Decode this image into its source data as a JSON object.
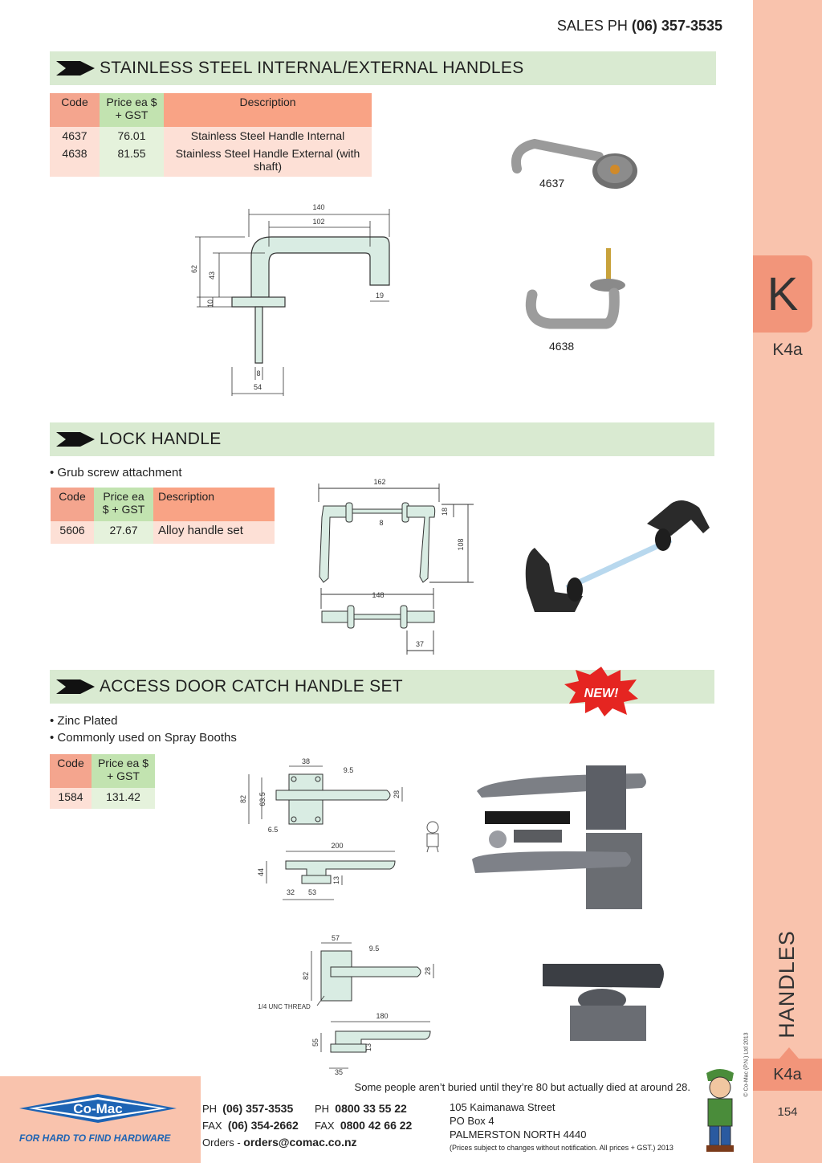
{
  "header": {
    "sales_label": "SALES  PH ",
    "sales_phone": "(06) 357-3535"
  },
  "side": {
    "tab_letter": "K",
    "section_code": "K4a",
    "category": "HANDLES",
    "copyright": "© Co-Mac (P.N.) Ltd 2013",
    "bottom_code": "K4a",
    "page_number": "154"
  },
  "section1": {
    "title": "STAINLESS STEEL INTERNAL/EXTERNAL HANDLES",
    "table_headers": {
      "code": "Code",
      "price": "Price ea $ + GST",
      "description": "Description"
    },
    "rows": [
      {
        "code": "4637",
        "price": "76.01",
        "description": "Stainless Steel Handle Internal"
      },
      {
        "code": "4638",
        "price": "81.55",
        "description": "Stainless Steel Handle External (with shaft)"
      }
    ],
    "photo_labels": [
      "4637",
      "4638"
    ],
    "dims": [
      "140",
      "102",
      "62",
      "43",
      "10",
      "19",
      "8",
      "54"
    ]
  },
  "section2": {
    "title": "LOCK HANDLE",
    "bullets": [
      "• Grub screw attachment"
    ],
    "table_headers": {
      "code": "Code",
      "price": "Price ea $ + GST",
      "description": "Description"
    },
    "rows": [
      {
        "code": "5606",
        "price": "27.67",
        "description": "Alloy handle set"
      }
    ],
    "dims": [
      "162",
      "18",
      "8",
      "108",
      "148",
      "37"
    ]
  },
  "section3": {
    "title": "ACCESS DOOR CATCH HANDLE SET",
    "badge": "NEW!",
    "bullets": [
      "• Zinc Plated",
      "• Commonly used on Spray Booths"
    ],
    "table_headers": {
      "code": "Code",
      "price": "Price ea $ + GST"
    },
    "rows": [
      {
        "code": "1584",
        "price": "131.42"
      }
    ],
    "dims_a": [
      "38",
      "9.5",
      "82",
      "63.5",
      "28",
      "6.5",
      "200",
      "44",
      "32",
      "53",
      "13"
    ],
    "dims_b": [
      "57",
      "9.5",
      "82",
      "28",
      "1/4 UNC THREAD",
      "180",
      "55",
      "35",
      "13"
    ]
  },
  "footer": {
    "quote": "Some people aren’t buried until they’re 80 but actually died at around 28.",
    "logo_text": "Co-Mac",
    "tagline": "FOR HARD TO FIND HARDWARE",
    "ph_label": "PH",
    "ph": "(06) 357-3535",
    "fax_label": "FAX",
    "fax": "(06) 354-2662",
    "ph2_label": "PH",
    "ph2": "0800 33 55 22",
    "fax2_label": "FAX",
    "fax2": "0800 42 66 22",
    "orders_label": "Orders - ",
    "orders_email": "orders@comac.co.nz",
    "address1": "105 Kaimanawa Street",
    "address2": "PO Box 4",
    "address3": "PALMERSTON NORTH 4440",
    "disclaimer": "(Prices subject to changes without notification.  All prices + GST.)  2013"
  },
  "colors": {
    "banner": "#d9ead1",
    "sidebar": "#f9c3ad",
    "tab": "#f2957a",
    "brand_blue": "#1e64b4",
    "new_badge": "#e52521"
  }
}
